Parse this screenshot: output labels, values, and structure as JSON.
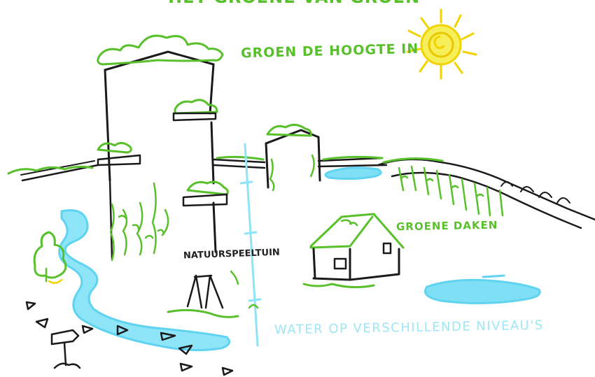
{
  "labels": {
    "title": "Het groene van Groen",
    "groen_de_hoogte_in": "Groen de hoogte in",
    "groene_daken": "Groene daken",
    "natuurspeeltuin": "Natuurspeeltuin",
    "water_niveaus": "Water op verschillende niveau's"
  },
  "colors": {
    "green": "#58c02b",
    "water": "#5fd3f0",
    "water_text": "#9fe6f5",
    "sun": "#f5ea2a",
    "sun_stroke": "#f2d300",
    "ink": "#1a1a1a"
  },
  "icons": {
    "sun": "sun-icon",
    "signpost": "signpost-icon"
  }
}
